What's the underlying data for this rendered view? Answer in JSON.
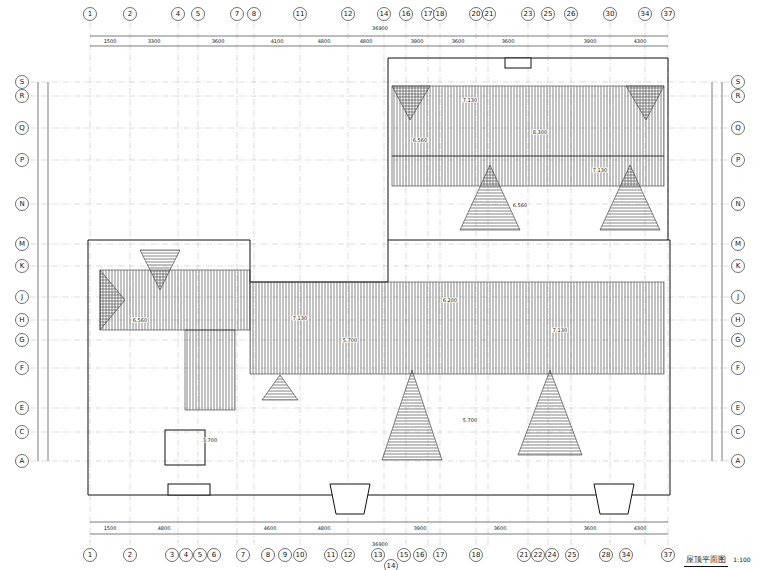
{
  "diagram": {
    "title": "屋顶平面图",
    "labels": [
      "1",
      "2",
      "4",
      "5",
      "7",
      "8",
      "11",
      "12",
      "14",
      "16",
      "17",
      "18",
      "20",
      "21",
      "23",
      "25",
      "26",
      "30",
      "34",
      "37",
      "1",
      "2",
      "3",
      "4",
      "5",
      "6",
      "7",
      "8",
      "9",
      "10",
      "11",
      "12",
      "13",
      "14",
      "15",
      "16",
      "17",
      "18",
      "21",
      "22",
      "24",
      "25",
      "28",
      "34",
      "37",
      "S",
      "R",
      "Q",
      "P",
      "N",
      "M",
      "K",
      "J",
      "H",
      "G",
      "F",
      "E",
      "C",
      "A",
      "S",
      "R",
      "Q",
      "P",
      "N",
      "M",
      "K",
      "J",
      "H",
      "G",
      "F",
      "E",
      "C",
      "A",
      "36900",
      "1500",
      "3300",
      "3600",
      "4100",
      "4800",
      "4800",
      "3900",
      "3600",
      "3600",
      "3900",
      "4300",
      "36900",
      "1500",
      "4800",
      "4600",
      "4800",
      "3900",
      "3600",
      "3600",
      "4300",
      "7.130",
      "6.560",
      "8.300",
      "7.130",
      "6.560",
      "7.130",
      "5.700",
      "6.200",
      "7.130",
      "6.560",
      "3.700",
      "5.700",
      "1:100"
    ]
  }
}
